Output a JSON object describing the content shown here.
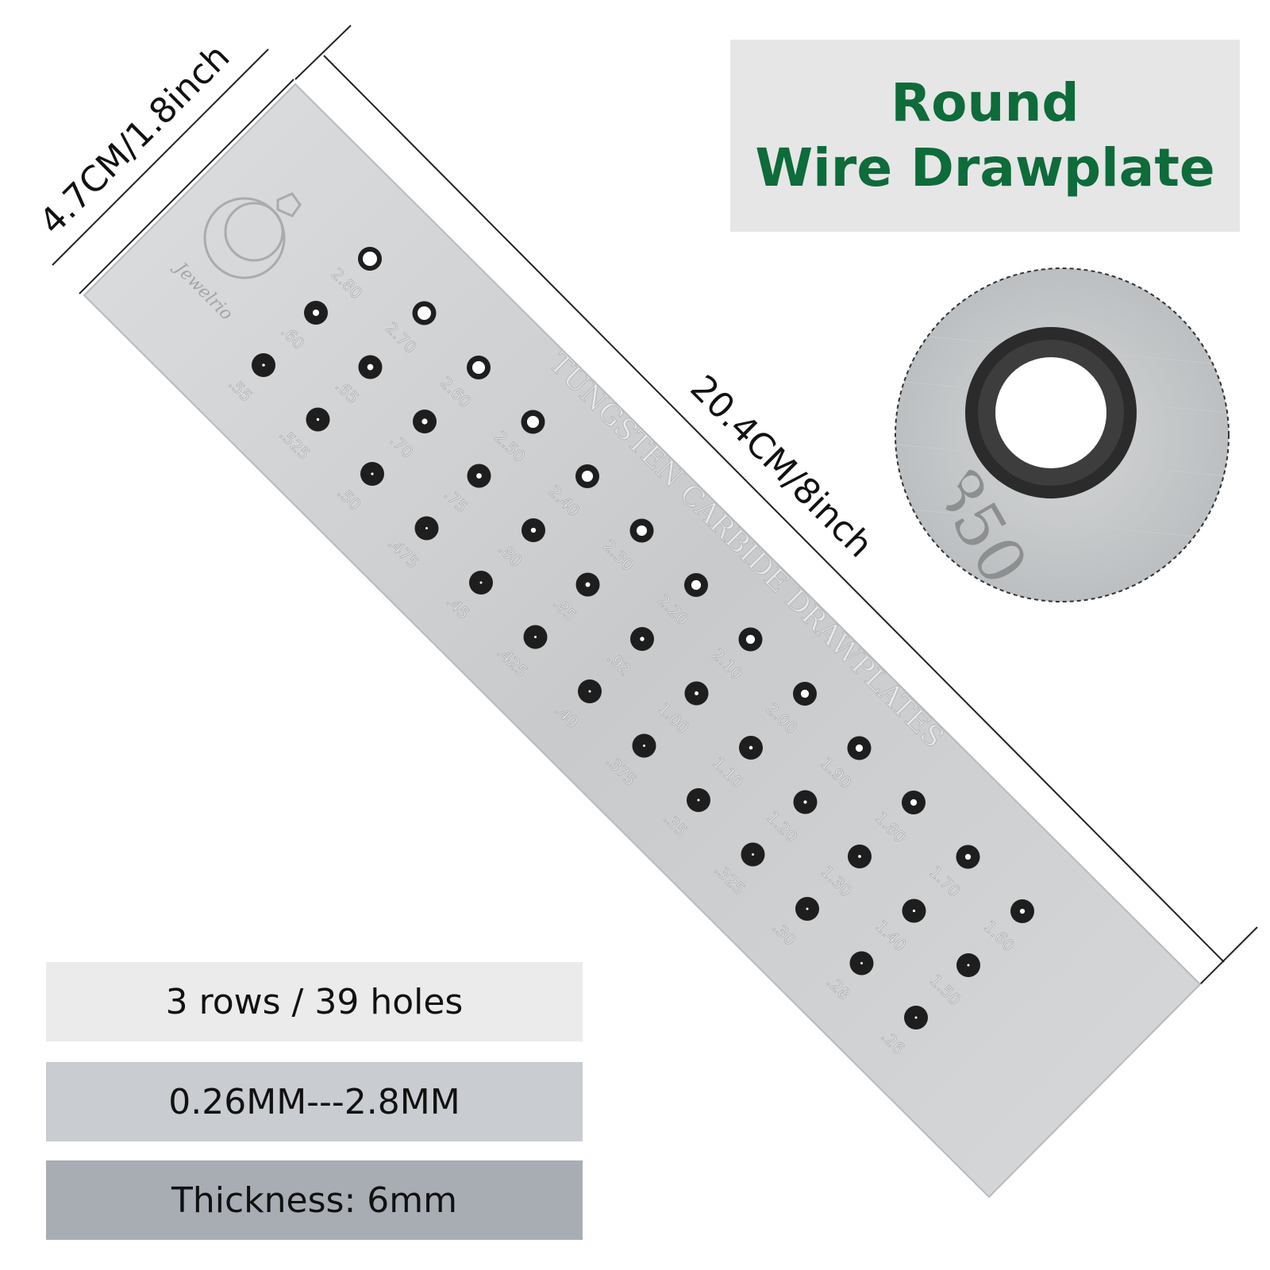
{
  "title": {
    "line1": "Round",
    "line2": "Wire Drawplate"
  },
  "dimensions": {
    "width": "4.7CM/1.8inch",
    "length": "20.4CM/8inch"
  },
  "plate": {
    "engraving": "TUNGSTEN CARBIDE DRAWPLATES",
    "brand": "Jewelrio",
    "hole_labels": [
      "2.80",
      "2.70",
      "2.60",
      "2.50",
      "2.40",
      "2.30",
      "2.20",
      "2.10",
      "2.00",
      "1.90",
      "1.80",
      "1.70",
      "1.60",
      ".60",
      ".65",
      ".70",
      ".75",
      ".80",
      ".85",
      ".92",
      "1.00",
      "1.10",
      "1.20",
      "1.30",
      "1.40",
      "1.50",
      ".55",
      ".525",
      ".50",
      ".475",
      ".45",
      ".425",
      ".40",
      ".375",
      ".35",
      ".325",
      ".30",
      ".28",
      ".26"
    ]
  },
  "zoom": {
    "label": "850"
  },
  "specs": [
    {
      "text": "3 rows  /  39 holes"
    },
    {
      "text": "0.26MM---2.8MM"
    },
    {
      "text": "Thickness: 6mm"
    }
  ],
  "colors": {
    "title_green": "#0e6b3a",
    "plate": "#cfd1d3",
    "hole": "#1e1e1e"
  }
}
